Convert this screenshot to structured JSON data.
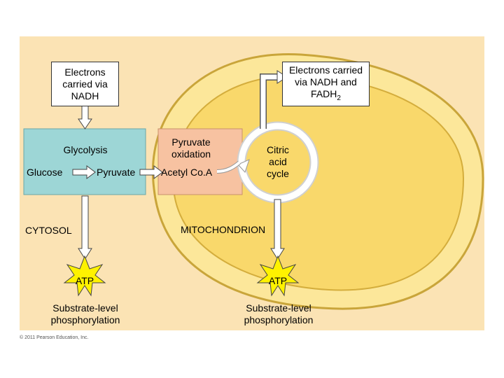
{
  "labels": {
    "electrons_nadh": "Electrons carried via NADH",
    "electrons_nadh_fadh": "Electrons carried via NADH and FADH",
    "fadh_subscript": "2",
    "glycolysis": "Glycolysis",
    "glucose": "Glucose",
    "pyruvate": "Pyruvate",
    "pyruvate_oxidation": "Pyruvate oxidation",
    "acetyl_coa": "Acetyl Co.A",
    "citric_acid_cycle": "Citric acid cycle",
    "cytosol": "CYTOSOL",
    "mitochondrion": "MITOCHONDRION",
    "atp_left": "ATP",
    "atp_right": "ATP",
    "substrate_left": "Substrate-level phosphorylation",
    "substrate_right": "Substrate-level phosphorylation",
    "copyright": "© 2011 Pearson Education, Inc."
  },
  "colors": {
    "background_panel": "#fbe3b4",
    "mitochondrion_fill": "#fce79a",
    "mitochondrion_inner": "#f9d86b",
    "glycolysis_box": "#9dd6d6",
    "pyruvate_box": "#f7c2a1",
    "atp_star": "#fff200",
    "arrow_fill": "#ffffff",
    "arrow_stroke": "#444444"
  }
}
